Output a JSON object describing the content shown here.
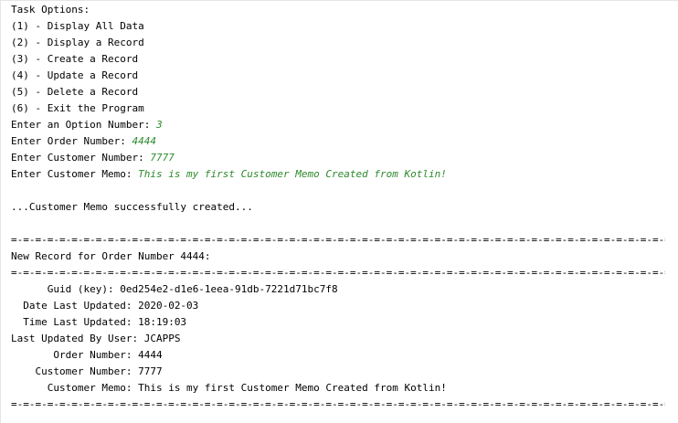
{
  "console": {
    "menu": {
      "title": "Task Options:",
      "options": [
        "(1) - Display All Data",
        "(2) - Display a Record",
        "(3) - Create a Record",
        "(4) - Update a Record",
        "(5) - Delete a Record",
        "(6) - Exit the Program"
      ]
    },
    "prompts": [
      {
        "label": "Enter an Option Number: ",
        "value": "3"
      },
      {
        "label": "Enter Order Number: ",
        "value": "4444"
      },
      {
        "label": "Enter Customer Number: ",
        "value": "7777"
      },
      {
        "label": "Enter Customer Memo: ",
        "value": "This is my first Customer Memo Created from Kotlin!"
      }
    ],
    "status_message": "...Customer Memo successfully created...",
    "separator": "=-=-=-=-=-=-=-=-=-=-=-=-=-=-=-=-=-=-=-=-=-=-=-=-=-=-=-=-=-=-=-=-=-=-=-=-=-=-=-=-=-=-=-=-=-=-=-=-=-=-=-=-=-=-=-=-=-=-=-=-=-",
    "record_title": "New Record for Order Number 4444:",
    "record_fields": [
      {
        "label": "      Guid (key): ",
        "value": "0ed254e2-d1e6-1eea-91db-7221d71bc7f8"
      },
      {
        "label": "  Date Last Updated: ",
        "value": "2020-02-03"
      },
      {
        "label": "  Time Last Updated: ",
        "value": "18:19:03"
      },
      {
        "label": "Last Updated By User: ",
        "value": "JCAPPS"
      },
      {
        "label": "       Order Number: ",
        "value": "4444"
      },
      {
        "label": "    Customer Number: ",
        "value": "7777"
      },
      {
        "label": "      Customer Memo: ",
        "value": "This is my first Customer Memo Created from Kotlin!"
      }
    ],
    "colors": {
      "background": "#ffffff",
      "text": "#000000",
      "user_input": "#2b8a2b"
    }
  }
}
